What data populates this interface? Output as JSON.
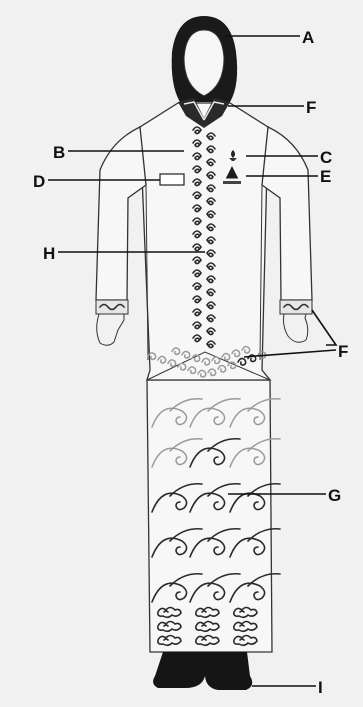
{
  "labels": {
    "a": "A",
    "b": "B",
    "c": "C",
    "d": "D",
    "e": "E",
    "f_collar": "F",
    "f_cuff": "F",
    "g": "G",
    "h": "H",
    "i": "I"
  },
  "colors": {
    "ink": "#111111",
    "paper": "#f1f1f1",
    "garment": "#f7f7f7",
    "hijab": "#1a1a1a"
  }
}
